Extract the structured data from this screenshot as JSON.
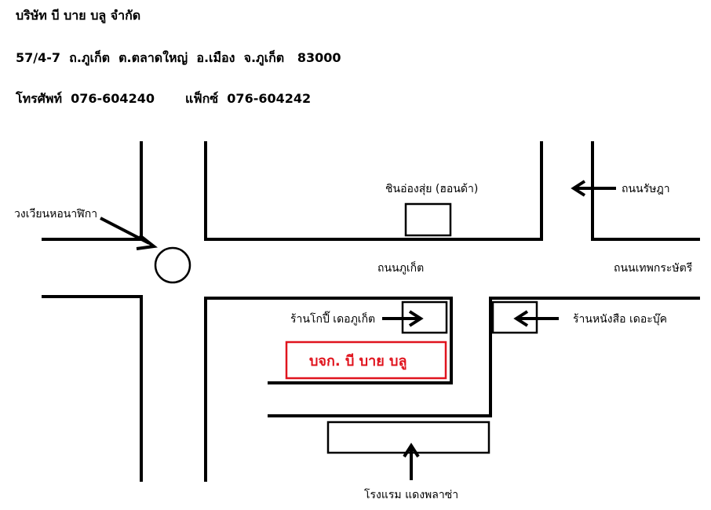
{
  "header": {
    "company_name": "บริษัท บี บาย บลู จำกัด",
    "address": "57/4-7  ถ.ภูเก็ต  ต.ตลาดใหญ่  อ.เมือง  จ.ภูเก็ต   83000",
    "phone_label": "โทรศัพท์",
    "phone": "076-604240",
    "fax_label": "แฟ็กซ์",
    "fax": "076-604242"
  },
  "map": {
    "landmarks": {
      "roundabout": "วงเวียนหอนาฬิกา",
      "cinema": "ชินอ่องสุ่ย (ฮอนด้า)",
      "road_ratsada": "ถนนรัษฎา",
      "road_phuket": "ถนนภูเก็ต",
      "road_thepkrasattri": "ถนนเทพกระษัตรี",
      "shop_cobbler": "ร้านโกปี๊ เดอภูเก็ต",
      "bookshop": "ร้านหนังสือ เดอะบุ๊ค",
      "company": "บจก. บี บาย บลู",
      "hotel": "โรงแรม แดงพลาซ่า"
    },
    "colors": {
      "road": "#000000",
      "company_box": "#e0141e"
    }
  }
}
